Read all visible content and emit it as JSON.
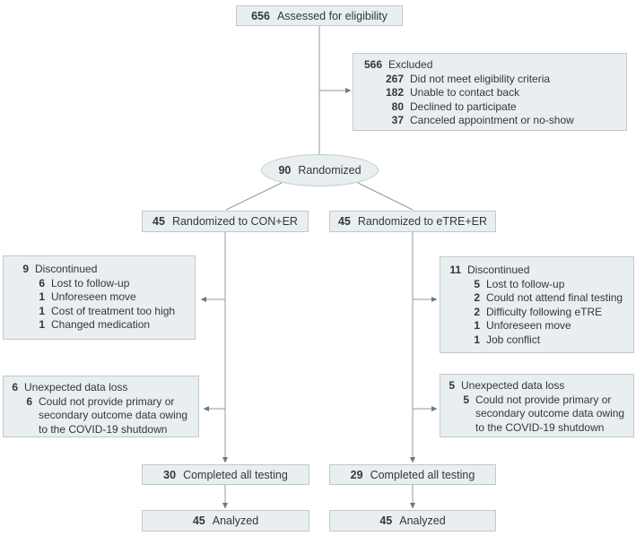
{
  "colors": {
    "box_fill": "#e9eef0",
    "box_border": "#c1c9cc",
    "line": "#8f999e",
    "arrowhead": "#6f7a80",
    "text": "#31383c"
  },
  "diagram": {
    "assessed": {
      "num": "656",
      "label": "Assessed for eligibility"
    },
    "excluded": {
      "title_num": "566",
      "title_label": "Excluded",
      "items": [
        {
          "num": "267",
          "label": "Did not meet eligibility criteria"
        },
        {
          "num": "182",
          "label": "Unable to contact back"
        },
        {
          "num": "80",
          "label": "Declined to participate"
        },
        {
          "num": "37",
          "label": "Canceled appointment or no-show"
        }
      ]
    },
    "randomized": {
      "num": "90",
      "label": "Randomized"
    },
    "arm_con": {
      "num": "45",
      "label": "Randomized to CON+ER"
    },
    "arm_etre": {
      "num": "45",
      "label": "Randomized to eTRE+ER"
    },
    "discontinued_con": {
      "title_num": "9",
      "title_label": "Discontinued",
      "items": [
        {
          "num": "6",
          "label": "Lost to follow-up"
        },
        {
          "num": "1",
          "label": "Unforeseen move"
        },
        {
          "num": "1",
          "label": "Cost of treatment too high"
        },
        {
          "num": "1",
          "label": "Changed medication"
        }
      ]
    },
    "discontinued_etre": {
      "title_num": "11",
      "title_label": "Discontinued",
      "items": [
        {
          "num": "5",
          "label": "Lost to follow-up"
        },
        {
          "num": "2",
          "label": "Could not attend final testing"
        },
        {
          "num": "2",
          "label": "Difficulty following eTRE"
        },
        {
          "num": "1",
          "label": "Unforeseen move"
        },
        {
          "num": "1",
          "label": "Job conflict"
        }
      ]
    },
    "dataloss_con": {
      "title_num": "6",
      "title_label": "Unexpected data loss",
      "items": [
        {
          "num": "6",
          "label": "Could not provide primary or secondary outcome data owing to the COVID-19 shutdown"
        }
      ]
    },
    "dataloss_etre": {
      "title_num": "5",
      "title_label": "Unexpected data loss",
      "items": [
        {
          "num": "5",
          "label": "Could not provide primary or secondary outcome data owing to the COVID-19 shutdown"
        }
      ]
    },
    "completed_con": {
      "num": "30",
      "label": "Completed all testing"
    },
    "completed_etre": {
      "num": "29",
      "label": "Completed all testing"
    },
    "analyzed_con": {
      "num": "45",
      "label": "Analyzed"
    },
    "analyzed_etre": {
      "num": "45",
      "label": "Analyzed"
    }
  }
}
